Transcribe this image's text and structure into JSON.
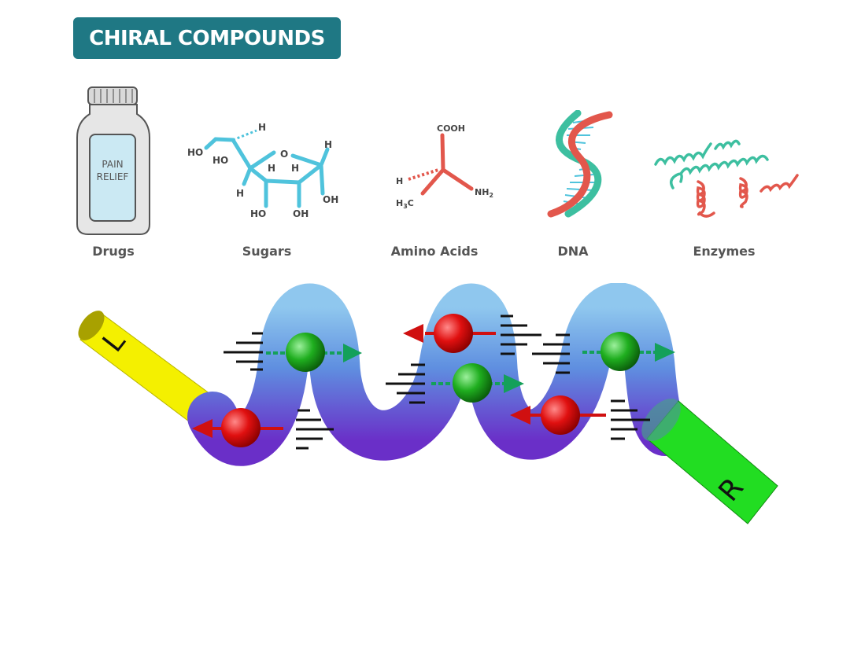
{
  "title": "CHIRAL COMPOUNDS",
  "categories": [
    {
      "label": "Drugs"
    },
    {
      "label": "Sugars"
    },
    {
      "label": "Amino Acids"
    },
    {
      "label": "DNA"
    },
    {
      "label": "Enzymes"
    }
  ],
  "bottle_label": [
    "PAIN",
    "RELIEF"
  ],
  "sugar_atoms": {
    "ho1": "HO",
    "ho2": "HO",
    "h_top": "H",
    "o": "O",
    "h_right": "H",
    "h1": "H",
    "h2": "H",
    "h3": "H",
    "ho3": "HO",
    "oh1": "OH",
    "oh2": "OH"
  },
  "amino_atoms": {
    "cooh": "COOH",
    "h": "H",
    "ch3": "H",
    "ch3_sub": "3",
    "ch3_c": "C",
    "nh2": "NH",
    "nh2_sub": "2"
  },
  "helix_labels": {
    "left_end": "L",
    "right_end": "R"
  },
  "colors": {
    "title_bg": "#1f7884",
    "cyan": "#4fc3dc",
    "red": "#e2574c",
    "teal": "#3dbfa0",
    "yellow": "#f4f000",
    "green": "#22dd22"
  }
}
